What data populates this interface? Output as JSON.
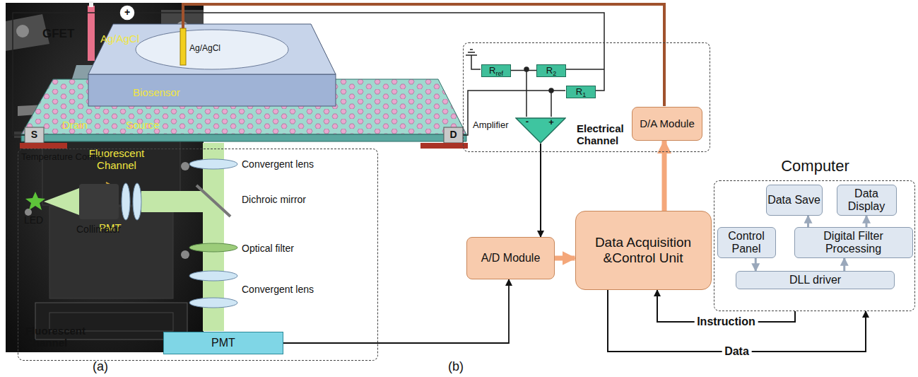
{
  "diagram": {
    "nodes": [
      {
        "text": [
          "Fluorescent Channel"
        ]
      },
      {
        "text": [
          "PMT"
        ],
        "in": 0
      },
      {
        "text": [
          "Electrical Channel"
        ]
      },
      {
        "text": [
          "Rref"
        ],
        "in": 2
      },
      {
        "text": [
          "R2"
        ],
        "in": 2
      },
      {
        "text": [
          "R1"
        ],
        "in": 2
      },
      {
        "text": [
          "Amplifier"
        ],
        "in": 2
      },
      {
        "text": [
          "D/A Module"
        ],
        "in": 2
      },
      {
        "text": [
          "A/D Module"
        ]
      },
      {
        "text": [
          "Data Acquisition &Control Unit"
        ]
      },
      {
        "text": [
          "Computer"
        ]
      },
      {
        "text": [
          "Data Save"
        ],
        "in": 10
      },
      {
        "text": [
          "Data Display"
        ],
        "in": 10
      },
      {
        "text": [
          "Control Panel"
        ],
        "in": 10
      },
      {
        "text": [
          "Digital Filter Processing"
        ],
        "in": 10
      },
      {
        "text": [
          "DLL driver"
        ],
        "in": 10
      }
    ],
    "edges": [
      {
        "from": 1,
        "to": 8,
        "arrow": "to"
      },
      {
        "from": 6,
        "to": 8,
        "arrow": "to"
      },
      {
        "from": 8,
        "to": 9,
        "arrow": "to"
      },
      {
        "from": 9,
        "to": 7,
        "arrow": "to"
      },
      {
        "from": 10,
        "to": 9,
        "label": "Instruction",
        "arrow": "to"
      },
      {
        "from": 9,
        "to": 10,
        "label": "Data",
        "arrow": "to"
      },
      {
        "from": 13,
        "to": 15,
        "arrow": "to"
      },
      {
        "from": 15,
        "to": 14,
        "arrow": "to"
      },
      {
        "from": 14,
        "to": 11,
        "arrow": "to"
      },
      {
        "from": 14,
        "to": 12,
        "arrow": "to"
      },
      {
        "from": 3,
        "to": 4,
        "arrow": "none"
      }
    ],
    "labels": [
      "Ag/AgCl",
      "Biosensor",
      "Drain",
      "Source",
      "Fluorescent Channel",
      "PMT",
      "(a)",
      "GFET",
      "Ag/AgCl",
      "S",
      "D",
      "Temperature Control",
      "LED",
      "Collimator",
      "Convergent lens",
      "Dichroic mirror",
      "Optical filter",
      "Convergent lens",
      "+",
      "-",
      "+",
      "(b)"
    ]
  }
}
